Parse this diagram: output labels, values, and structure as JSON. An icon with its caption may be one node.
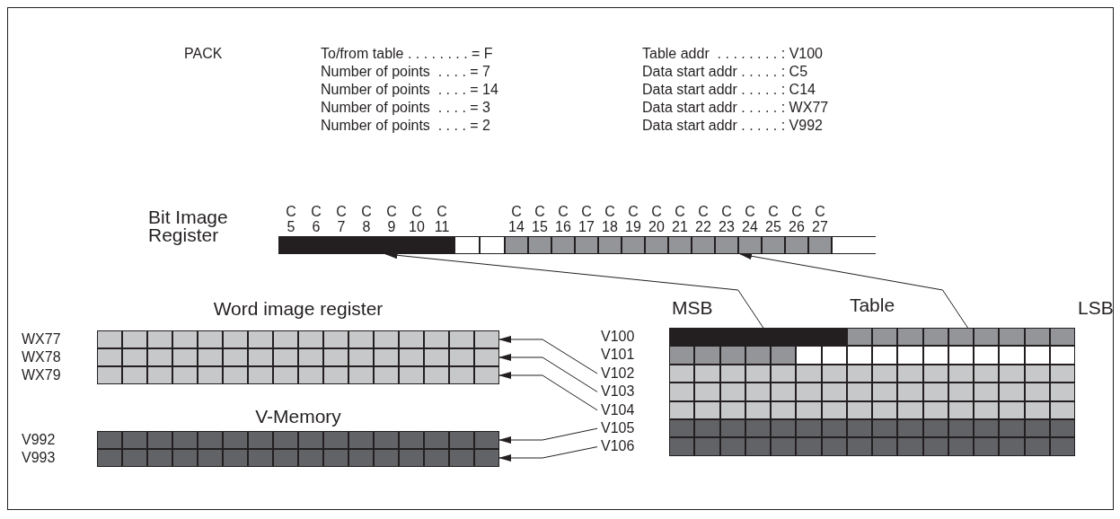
{
  "diagram": {
    "nodes": [
      {
        "text": [
          "Bit Image Register"
        ]
      },
      {
        "text": [],
        "shape": "bar",
        "beside": [
          "C 5",
          "C 6",
          "C 7",
          "C 8",
          "C 9",
          "C 10",
          "C 11"
        ]
      },
      {
        "text": [],
        "shape": "bar",
        "beside": [
          "C 14",
          "C 15",
          "C 16",
          "C 17",
          "C 18",
          "C 19",
          "C 20",
          "C 21",
          "C 22",
          "C 23",
          "C 24",
          "C 25",
          "C 26",
          "C 27"
        ]
      },
      {
        "text": [
          "Word image register"
        ]
      },
      {
        "text": [
          "WX77"
        ],
        "in": 3
      },
      {
        "text": [
          "WX78"
        ],
        "in": 3
      },
      {
        "text": [
          "WX79"
        ],
        "in": 3
      },
      {
        "text": [
          "V-Memory"
        ]
      },
      {
        "text": [
          "V992"
        ],
        "in": 7
      },
      {
        "text": [
          "V993"
        ],
        "in": 7
      },
      {
        "text": [
          "Table"
        ]
      },
      {
        "text": [
          "V100"
        ],
        "in": 10
      },
      {
        "text": [],
        "shape": "bar",
        "in": 11
      },
      {
        "text": [],
        "shape": "bar",
        "in": 11
      },
      {
        "text": [
          "V101"
        ],
        "in": 10
      },
      {
        "text": [
          "V102"
        ],
        "in": 10
      },
      {
        "text": [
          "V103"
        ],
        "in": 10
      },
      {
        "text": [
          "V104"
        ],
        "in": 10
      },
      {
        "text": [
          "V105"
        ],
        "in": 10
      },
      {
        "text": [
          "V106"
        ],
        "in": 10
      }
    ],
    "edges": [
      {
        "from": 12,
        "to": 1,
        "arrow": "to"
      },
      {
        "from": 13,
        "to": 2,
        "arrow": "to"
      },
      {
        "from": 15,
        "to": 4,
        "arrow": "to"
      },
      {
        "from": 16,
        "to": 5,
        "arrow": "to"
      },
      {
        "from": 17,
        "to": 6,
        "arrow": "to"
      },
      {
        "from": 18,
        "to": 8,
        "arrow": "to"
      },
      {
        "from": 19,
        "to": 9,
        "arrow": "to"
      }
    ],
    "labels": [
      "PACK",
      "To/from table . . . . . . . . = F",
      "Table addr  . . . . . . . . : V100",
      "Number of points  . . . . = 7",
      "Data start addr . . . . . : C5",
      "Number of points  . . . . = 14",
      "Data start addr . . . . . : C14",
      "Number of points  . . . . = 3",
      "Data start addr . . . . . : WX77",
      "Number of points  . . . . = 2",
      "Data start addr . . . . . : V992",
      "MSB",
      "LSB"
    ]
  }
}
